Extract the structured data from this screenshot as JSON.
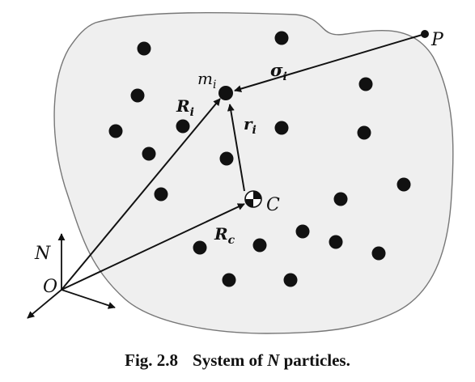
{
  "diagram": {
    "labels": {
      "point_P": "P",
      "origin_O": "O",
      "center_C": "C",
      "frame_N": "N",
      "mass": {
        "main": "m",
        "sub": "i"
      },
      "R_i": {
        "main": "R",
        "sub": "i"
      },
      "r_i": {
        "main": "r",
        "sub": "i"
      },
      "R_c": {
        "main": "R",
        "sub": "c"
      },
      "sigma_i": {
        "main": "σ",
        "sub": "i"
      }
    },
    "colors": {
      "body_fill": "#efefef",
      "body_stroke": "#777777",
      "ink": "#111111"
    }
  },
  "caption": {
    "number": "Fig. 2.8",
    "text_before": "System of ",
    "text_italic": "N",
    "text_after": " particles."
  }
}
